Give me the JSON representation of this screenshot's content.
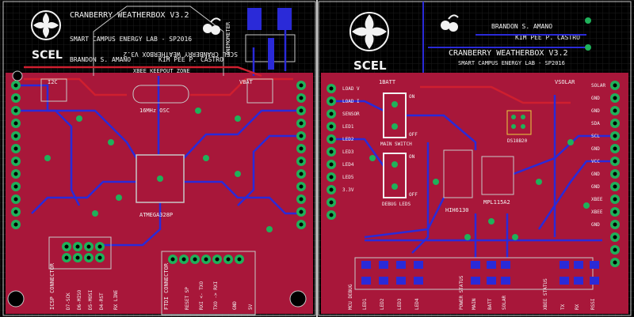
{
  "colors": {
    "background": "#000000",
    "grid": "#1c1c1c",
    "board": "#a8173a",
    "copper_top": "#cf1f2f",
    "copper_bottom": "#2a2ad8",
    "pad": "#1fb15a",
    "silkscreen": "#f2f2f2",
    "divider": "#c8c8c8"
  },
  "left_board": {
    "logo": "SCEL",
    "title": "CRANBERRY WEATHERBOX V3.2",
    "subtitle": "SMART CAMPUS ENERGY LAB - SP2016",
    "author1": "BRANDON S. AMANO",
    "author2": "KIM PEE P. CASTRO",
    "mirrored_text": "SCEL CRANBERRY WEATHERBOX V3.2",
    "xbee_zone": "XBEE KEEPOUT ZONE",
    "oscillator": "16MHz OSC",
    "mcu": "ATMEGA328P",
    "anemometer": "ANEMOMETER",
    "vbat": "VBAT",
    "i2c": "I2C",
    "icsp": "ICSP CONNECTOR",
    "ftdi": "FTDI CONNECTOR",
    "pin_labels": [
      "D7-SCK",
      "D6-MISO",
      "D5-MOSI",
      "D4-RST",
      "RX LINE",
      "RESET SP",
      "RXI <- TXO",
      "TXO -> RXI",
      "GND",
      "5V"
    ]
  },
  "right_board": {
    "logo": "SCEL",
    "title": "CRANBERRY WEATHERBOX V3.2",
    "subtitle": "SMART CAMPUS ENERGY LAB - SP2016",
    "author1": "BRANDON S. AMANO",
    "author2": "KIM PEE P. CASTRO",
    "battery": "1BATT",
    "main_switch": "MAIN SWITCH",
    "debug_leds": "DEBUG LEDS",
    "switch_on": "ON",
    "switch_off": "OFF",
    "sensor1": "HIH6130",
    "sensor2": "MPL115A2",
    "sensor3": "DS18B20",
    "voltage": "VSOLAR",
    "left_pins": [
      "LOAD V",
      "LOAD I",
      "SENSOR",
      "LED1",
      "LED2",
      "LED3",
      "LED4",
      "LED5",
      "3.3V"
    ],
    "right_pins": [
      "SOLAR",
      "GND",
      "GND",
      "SDA",
      "SCL",
      "GND",
      "VCC",
      "GND",
      "GND",
      "XBEE",
      "XBEE",
      "GND"
    ],
    "bottom_labels": [
      "MCU DEBUG",
      "LED1",
      "LED2",
      "LED3",
      "LED4",
      "POWER STATUS",
      "MAIN",
      "BATT",
      "SOLAR",
      "XBEE STATUS",
      "TX",
      "RX",
      "RSSI"
    ]
  }
}
